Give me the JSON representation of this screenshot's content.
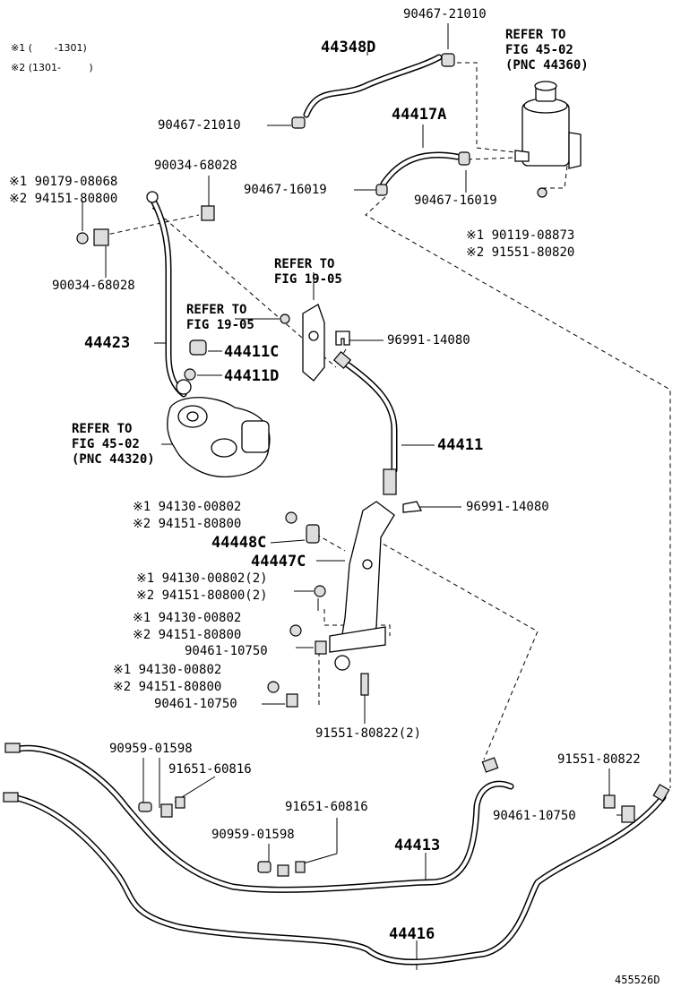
{
  "legend": {
    "line1": "※1 (       -1301)",
    "line2": "※2 (1301-         )"
  },
  "refs": {
    "fig4502_top": [
      "REFER TO",
      "FIG 45-02",
      "(PNC 44360)"
    ],
    "fig1905_a": [
      "REFER TO",
      "FIG 19-05"
    ],
    "fig1905_b": [
      "REFER TO",
      "FIG 19-05"
    ],
    "fig4502_pump": [
      "REFER TO",
      "FIG 45-02",
      "(PNC 44320)"
    ]
  },
  "labels": {
    "l_90467_21010_top": "90467-21010",
    "l_44348D": "44348D",
    "l_90467_21010_mid": "90467-21010",
    "l_44417A": "44417A",
    "l_90467_16019_a": "90467-16019",
    "l_90467_16019_b": "90467-16019",
    "l_90119_08873": "※1 90119-08873",
    "l_91551_80820": "※2 91551-80820",
    "l_90034_68028_top": "90034-68028",
    "l_90179_08068": "※1 90179-08068",
    "l_94151_80800_top": "※2 94151-80800",
    "l_90034_68028_bot": "90034-68028",
    "l_44423": "44423",
    "l_44411C": "44411C",
    "l_44411D": "44411D",
    "l_96991_14080_a": "96991-14080",
    "l_44411": "44411",
    "l_94130_00802_a": "※1 94130-00802",
    "l_94151_80800_a": "※2 94151-80800",
    "l_96991_14080_b": "96991-14080",
    "l_44448C": "44448C",
    "l_44447C": "44447C",
    "l_94130_00802_b": "※1 94130-00802(2)",
    "l_94151_80800_b": "※2 94151-80800(2)",
    "l_94130_00802_c": "※1 94130-00802",
    "l_94151_80800_c": "※2 94151-80800",
    "l_90461_10750_a": "90461-10750",
    "l_94130_00802_d": "※1 94130-00802",
    "l_94151_80800_d": "※2 94151-80800",
    "l_90461_10750_b": "90461-10750",
    "l_91551_80822_2": "91551-80822(2)",
    "l_90959_01598_a": "90959-01598",
    "l_91651_60816_a": "91651-60816",
    "l_91651_60816_b": "91651-60816",
    "l_90959_01598_b": "90959-01598",
    "l_44413": "44413",
    "l_91551_80822": "91551-80822",
    "l_90461_10750_c": "90461-10750",
    "l_44416": "44416",
    "l_diagram_id": "455526D"
  }
}
